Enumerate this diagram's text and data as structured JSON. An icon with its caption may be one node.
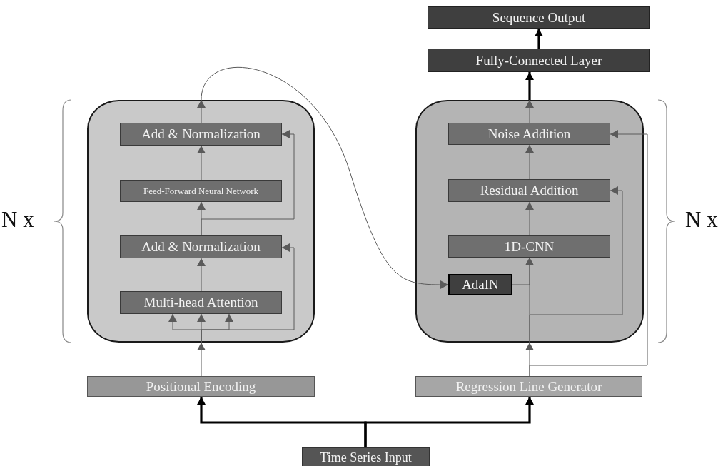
{
  "diagram": {
    "nodes": [
      {
        "text": [],
        "shape": "box"
      },
      {
        "text": [
          "Add & Normalization"
        ],
        "in": 0
      },
      {
        "text": [
          "Feed-Forward Neural Network"
        ],
        "in": 0
      },
      {
        "text": [
          "Add & Normalization"
        ],
        "in": 0
      },
      {
        "text": [
          "Multi-head Attention"
        ],
        "in": 0
      },
      {
        "text": [],
        "shape": "box"
      },
      {
        "text": [
          "Noise Addition"
        ],
        "in": 5
      },
      {
        "text": [
          "Residual Addition"
        ],
        "in": 5
      },
      {
        "text": [
          "1D-CNN"
        ],
        "in": 5
      },
      {
        "text": [
          "AdaIN"
        ],
        "in": 5
      },
      {
        "text": [
          "Sequence Output"
        ]
      },
      {
        "text": [
          "Fully-Connected Layer"
        ]
      },
      {
        "text": [
          "Positional Encoding"
        ]
      },
      {
        "text": [
          "Regression Line Generator"
        ]
      },
      {
        "text": [
          "Time Series Input"
        ]
      }
    ],
    "edges": [
      {
        "from": 14,
        "to": 12,
        "arrow": "to",
        "style": "thick",
        "color": "#000000"
      },
      {
        "from": 14,
        "to": 13,
        "arrow": "to",
        "style": "thick",
        "color": "#000000"
      },
      {
        "from": 12,
        "to": 0,
        "arrow": "to"
      },
      {
        "from": 0,
        "to": 4,
        "arrow": "to"
      },
      {
        "from": 0,
        "to": 4,
        "arrow": "to"
      },
      {
        "from": 0,
        "to": 4,
        "arrow": "to"
      },
      {
        "from": 0,
        "to": 3,
        "arrow": "to"
      },
      {
        "from": 4,
        "to": 3,
        "arrow": "to"
      },
      {
        "from": 3,
        "to": 2,
        "arrow": "to"
      },
      {
        "from": 3,
        "to": 1,
        "arrow": "to"
      },
      {
        "from": 2,
        "to": 1,
        "arrow": "to"
      },
      {
        "from": 1,
        "to": 0,
        "arrow": "to"
      },
      {
        "from": 0,
        "to": 9,
        "arrow": "to"
      },
      {
        "from": 13,
        "to": 5,
        "arrow": "to"
      },
      {
        "from": 13,
        "to": 6,
        "arrow": "to"
      },
      {
        "from": 5,
        "to": 8,
        "arrow": "to"
      },
      {
        "from": 9,
        "to": 8,
        "arrow": "to"
      },
      {
        "from": 5,
        "to": 7,
        "arrow": "to"
      },
      {
        "from": 8,
        "to": 7,
        "arrow": "to"
      },
      {
        "from": 7,
        "to": 6,
        "arrow": "to"
      },
      {
        "from": 6,
        "to": 5,
        "arrow": "to"
      },
      {
        "from": 5,
        "to": 11,
        "arrow": "to",
        "style": "thick",
        "color": "#000000"
      },
      {
        "from": 11,
        "to": 10,
        "arrow": "to",
        "style": "thick",
        "color": "#000000"
      }
    ],
    "labels": [
      "N x",
      "N x"
    ]
  }
}
